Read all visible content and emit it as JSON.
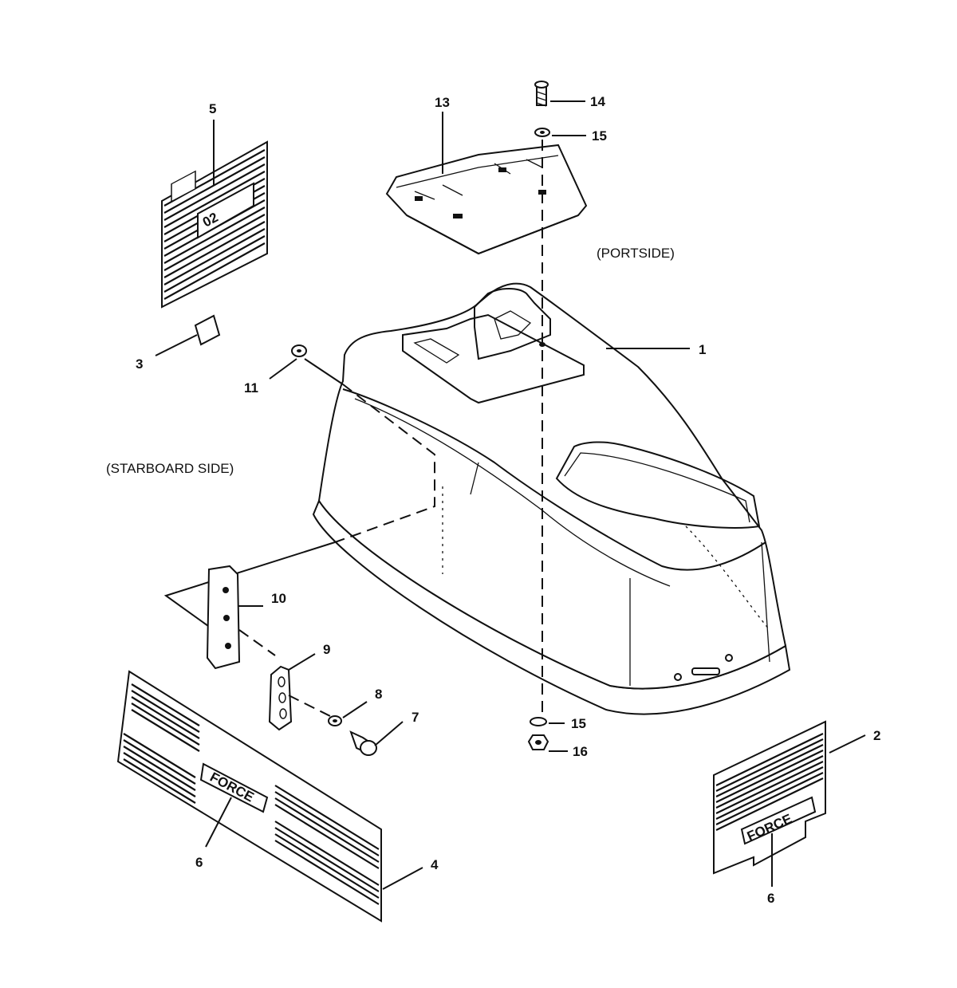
{
  "side_labels": {
    "portside": "(PORTSIDE)",
    "starboard": "(STARBOARD SIDE)"
  },
  "callouts": {
    "c1": "1",
    "c2": "2",
    "c3": "3",
    "c4": "4",
    "c5": "5",
    "c6a": "6",
    "c6b": "6",
    "c7": "7",
    "c8": "8",
    "c9": "9",
    "c10": "10",
    "c11": "11",
    "c13": "13",
    "c14": "14",
    "c15a": "15",
    "c15b": "15",
    "c16": "16"
  },
  "decals": {
    "force_text": "FORCE",
    "hp_text": "02"
  }
}
